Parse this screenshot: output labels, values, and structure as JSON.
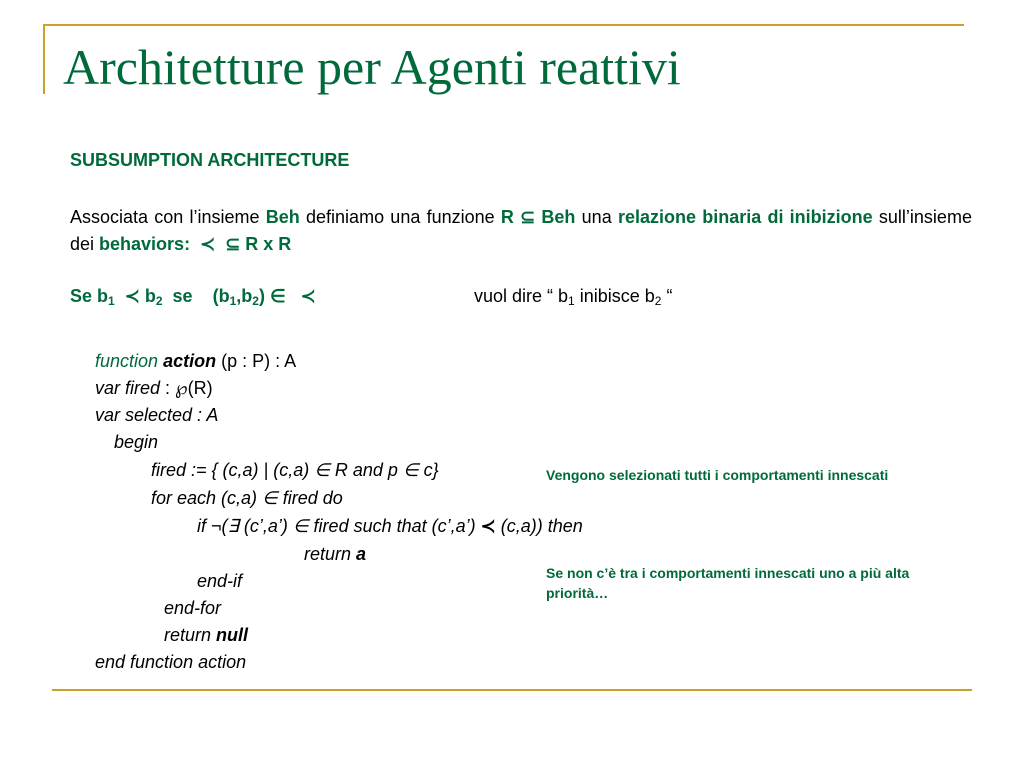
{
  "title": "Architetture per Agenti reattivi",
  "heading": "SUBSUMPTION ARCHITECTURE",
  "paragraph": {
    "t1": "Associata con l’insieme ",
    "beh1": "Beh",
    "t2": " definiamo una funzione ",
    "r": "R",
    "subseteq": "⊆",
    "beh2": "Beh",
    "t3": " una ",
    "rel": "relazione binaria di inibizione",
    "t4": " sull’insieme dei ",
    "behaviors": "behaviors:",
    "prec": "≺",
    "rxr": "R x R"
  },
  "rule": {
    "se": "Se b",
    "sub1": "1",
    "prec": "≺",
    "b2": "b",
    "sub2": "2",
    "se2": "se",
    "pair_open": "(b",
    "pair_sub1": "1",
    "pair_mid": ",b",
    "pair_sub2": "2",
    "pair_close": ")",
    "in": "∈",
    "meaning_pre": "vuol dire  “ b",
    "meaning_sub1": "1",
    "meaning_mid": " inibisce b",
    "meaning_sub2": "2",
    "meaning_post": " “"
  },
  "code": {
    "l1_kw": "function",
    "l1_name": "action",
    "l1_rest": " (p : P) : A",
    "l2_a": "var fired",
    "l2_b": " : ",
    "l2_pow": "℘",
    "l2_c": "(R)",
    "l3": "var selected : A",
    "l4": "begin",
    "l5": "fired := { (c,a) | (c,a) ∈ R and p ∈ c}",
    "l6": "for each (c,a) ∈ fired do",
    "l7_a": "if  ¬(∃ (c’,a’) ∈ fired such that (c’,a’) ",
    "l7_prec": "≺",
    "l7_b": " (c,a)) then",
    "l8_a": "return ",
    "l8_b": "a",
    "l9": "end-if",
    "l10": "end-for",
    "l11_a": "return ",
    "l11_b": "null",
    "l12": "end function action"
  },
  "notes": {
    "n1": "Vengono selezionati tutti i comportamenti innescati",
    "n2": "Se non c’è tra i comportamenti innescati uno a più alta priorità…"
  }
}
